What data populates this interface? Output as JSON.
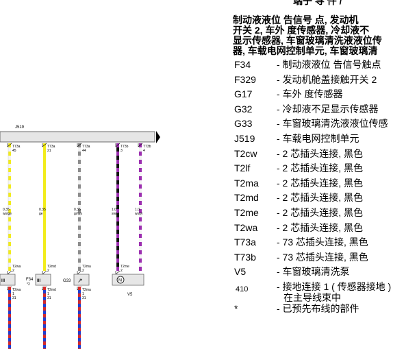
{
  "header": {
    "top_fragment": "端子    导    件     /"
  },
  "title": {
    "lines": [
      "制动液液位   告信号   点, 发动机",
      "   开关 2, 车外   度传感器, 冷却液不",
      "显示传感器, 车窗玻璃清洗液液位传",
      "器, 车载电网控制单元, 车窗玻璃清"
    ]
  },
  "legend": [
    {
      "code": "F34",
      "desc": "- 制动液液位   告信号触点"
    },
    {
      "code": "F329",
      "desc": "- 发动机舱盖接触开关 2"
    },
    {
      "code": "G17",
      "desc": "- 车外   度传感器"
    },
    {
      "code": "G32",
      "desc": "- 冷却液不足显示传感器"
    },
    {
      "code": "G33",
      "desc": "- 车窗玻璃清洗液液位传感"
    },
    {
      "code": "J519",
      "desc": "- 车载电网控制单元"
    },
    {
      "code": "T2cw",
      "desc": "- 2 芯插头连接, 黑色"
    },
    {
      "code": "T2lf",
      "desc": "- 2 芯插头连接, 黑色"
    },
    {
      "code": "T2ma",
      "desc": "- 2 芯插头连接, 黑色"
    },
    {
      "code": "T2md",
      "desc": "- 2 芯插头连接, 黑色"
    },
    {
      "code": "T2me",
      "desc": "- 2 芯插头连接, 黑色"
    },
    {
      "code": "T2wa",
      "desc": "- 2 芯插头连接, 黑色"
    },
    {
      "code": "T73a",
      "desc": "- 73 芯插头连接, 黑色"
    },
    {
      "code": "T73b",
      "desc": "- 73 芯插头连接, 黑色"
    },
    {
      "code": "V5",
      "desc": "- 车窗玻璃清洗泵"
    },
    {
      "code": "410",
      "desc": "- 接地连接 1 ( 传感器接地 )",
      "desc2": "在主导线束中"
    },
    {
      "code": "*",
      "desc": "- 已预先布线的部件"
    }
  ],
  "diagram": {
    "unit_label": "J519",
    "wires": [
      {
        "conn": "T73a",
        "pin": "45",
        "size": "0.35",
        "color": "ws/ge",
        "colors": [
          "#f4f4f4",
          "#f2ec1c"
        ]
      },
      {
        "conn": "T73a",
        "pin": "21",
        "size": "0.35",
        "color": "ge",
        "colors": [
          "#f2ec1c"
        ]
      },
      {
        "conn": "T73a",
        "pin": "44",
        "size": "0.35",
        "color": "gr/ws",
        "colors": [
          "#8c8c8c",
          "#f4f4f4"
        ]
      },
      {
        "conn": "T73b",
        "pin": "3",
        "size": "1.0",
        "color": "sw/vi",
        "colors": [
          "#111111",
          "#9c2fb0"
        ]
      },
      {
        "conn": "T73b",
        "pin": "4",
        "size": "1.0",
        "color": "ws/vi",
        "colors": [
          "#f4f4f4",
          "#9c2fb0"
        ]
      }
    ],
    "components": [
      {
        "conn": "T2wa",
        "pin1": "2",
        "pin2": "1",
        "pin3": "31"
      },
      {
        "label": "F34",
        "sub": "*2",
        "conn": "T2md",
        "pin1": "2",
        "pin2": "1",
        "pin3": "31"
      },
      {
        "label": "G33",
        "conn": "T2ma",
        "pin1": "2",
        "pin2": "1",
        "pin3": "31"
      },
      {
        "conn": "T2me",
        "pin1": "2",
        "motor": "M",
        "label": "V5"
      }
    ],
    "ground_colors": [
      "#1f3fd0",
      "#d42a2a"
    ]
  }
}
